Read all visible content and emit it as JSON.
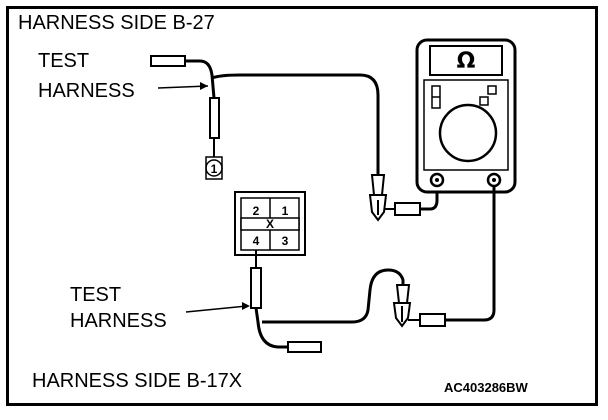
{
  "labels": {
    "top_title": "HARNESS SIDE B-27",
    "bottom_title": "HARNESS SIDE B-17X",
    "test_harness_top": [
      "TEST",
      "HARNESS"
    ],
    "test_harness_bottom": [
      "TEST",
      "HARNESS"
    ],
    "figure_code": "AC403286BW"
  },
  "meter": {
    "symbol": "Ω"
  },
  "connector_b17x": {
    "pins": [
      "2",
      "1",
      "4",
      "3"
    ]
  },
  "connector_b27": {
    "pin": "1"
  }
}
